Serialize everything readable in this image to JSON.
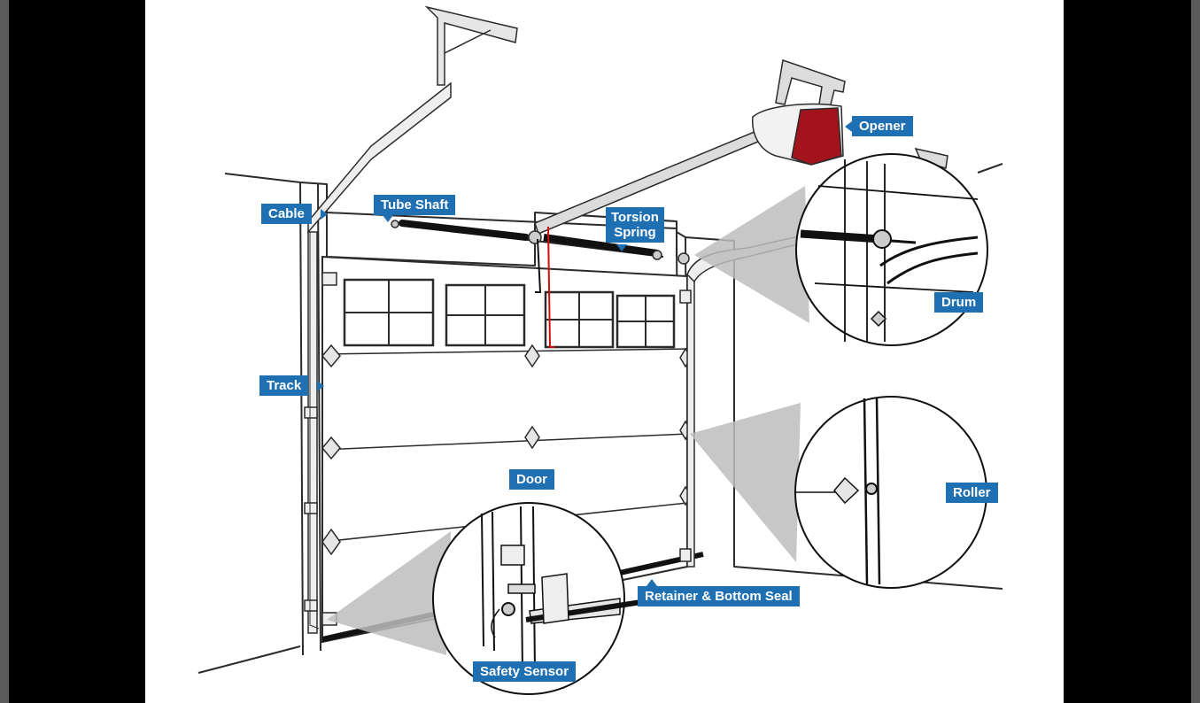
{
  "labels": {
    "cable": "Cable",
    "tube_shaft": "Tube Shaft",
    "torsion_spring_line1": "Torsion",
    "torsion_spring_line2": "Spring",
    "opener": "Opener",
    "drum": "Drum",
    "track": "Track",
    "door": "Door",
    "roller": "Roller",
    "retainer_bottom_seal": "Retainer & Bottom Seal",
    "safety_sensor": "Safety Sensor"
  },
  "colors": {
    "label_bg": "#1f6fb3",
    "label_text": "#ffffff",
    "opener_motor": "#a3131b",
    "line": "#2b2b2b",
    "shadow": "#bdbdbd"
  },
  "icons": {
    "cable": "cable-icon",
    "drum": "drum-icon",
    "roller": "roller-icon",
    "sensor": "safety-sensor-icon"
  }
}
